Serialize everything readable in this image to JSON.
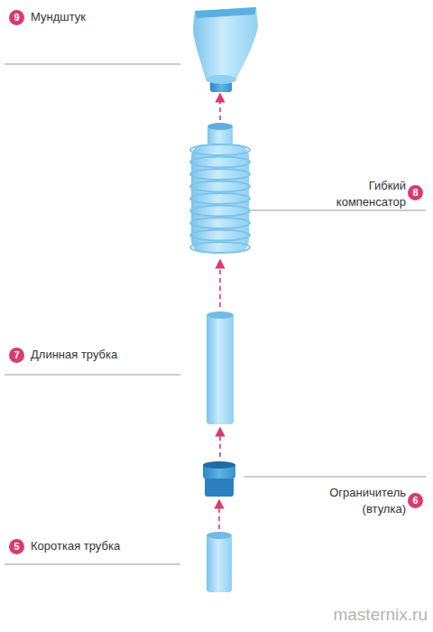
{
  "diagram": {
    "labels": [
      "9",
      "Мундштук",
      "Гибкий компенсатор",
      "8",
      "7",
      "Длинная трубка",
      "Ограничитель (втулка)",
      "6",
      "5",
      "Короткая трубка",
      "masternix.ru"
    ]
  }
}
